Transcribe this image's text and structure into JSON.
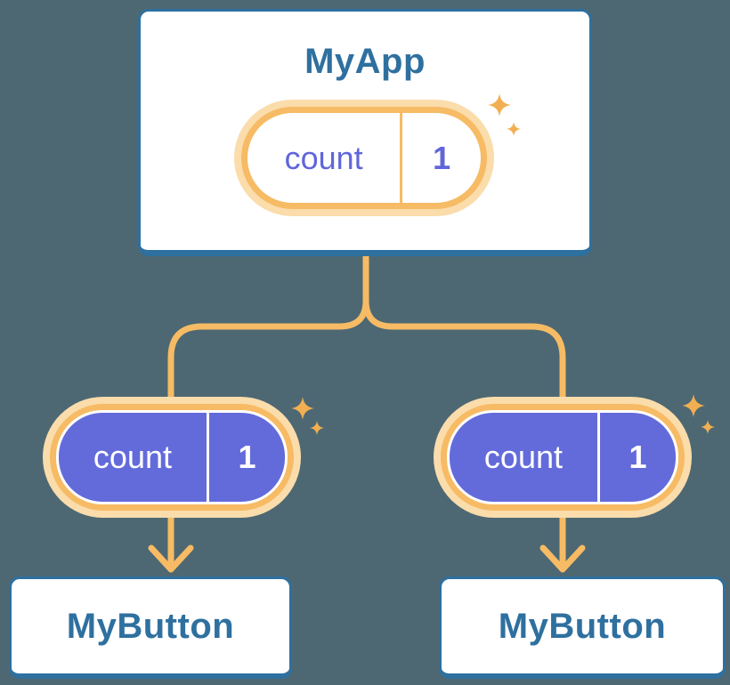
{
  "diagram": {
    "description": "React component tree sharing state: MyApp passes count state down to two MyButton children",
    "root": {
      "label": "MyApp",
      "state_pill": {
        "key": "count",
        "value": "1",
        "variant": "outline"
      }
    },
    "children": [
      {
        "label": "MyButton",
        "prop_pill": {
          "key": "count",
          "value": "1",
          "variant": "filled"
        }
      },
      {
        "label": "MyButton",
        "prop_pill": {
          "key": "count",
          "value": "1",
          "variant": "filled"
        }
      }
    ]
  },
  "colors": {
    "background": "#4D6873",
    "card_border_and_text_blue": "#2E709F",
    "connector_orange": "#F6BB64",
    "pill_halo_light_orange": "#FBDCAB",
    "pill_purple": "#636BDB",
    "pill_text_purple": "#6066D9",
    "sparkle_orange": "#F2AF52",
    "card_background": "#FFFFFF"
  }
}
